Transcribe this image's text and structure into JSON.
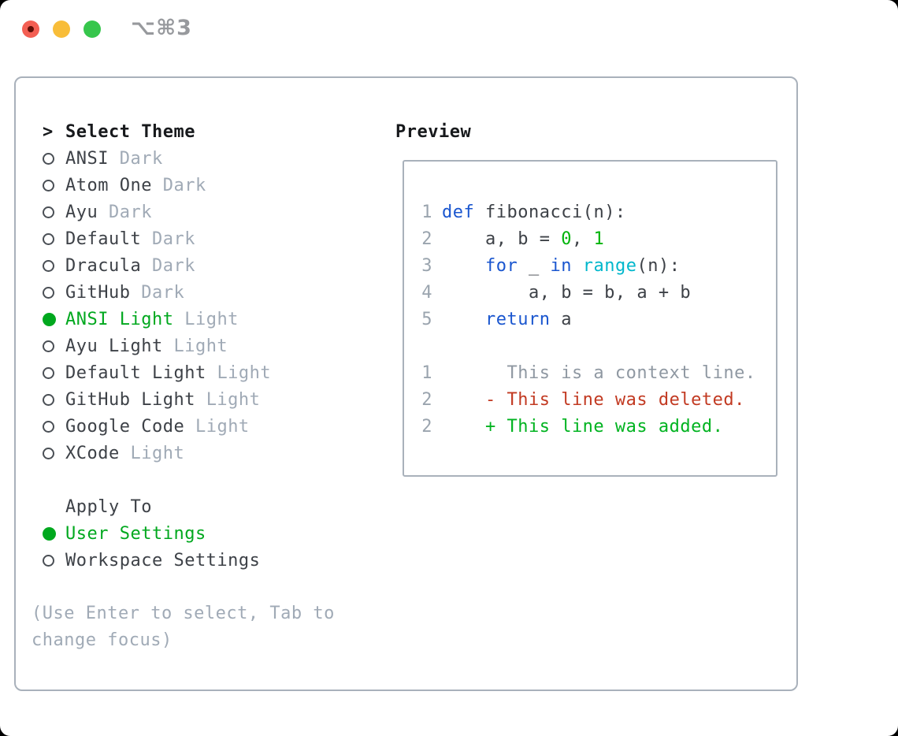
{
  "titlebar": {
    "shortcut": "⌥⌘3"
  },
  "colors": {
    "accent_green": "#00a81e",
    "diff_added_green": "#00b320",
    "diff_deleted_red": "#c23a22",
    "keyword_blue": "#1a56cf",
    "builtin_cyan": "#00b7cc",
    "number_green": "#00b40b",
    "muted_gray": "#a0aab6",
    "gutter_gray": "#9aa4ae",
    "context_gray": "#8f98a2",
    "text_dark": "#3d4147",
    "border_gray": "#a9b1bb",
    "traffic_red": "#f35f53",
    "traffic_yellow": "#f8bd39",
    "traffic_green": "#36c64c"
  },
  "theme_panel": {
    "header_prefix": ">",
    "header": "Select Theme",
    "themes": [
      {
        "name": "ANSI",
        "tag": "Dark",
        "selected": false
      },
      {
        "name": "Atom One",
        "tag": "Dark",
        "selected": false
      },
      {
        "name": "Ayu",
        "tag": "Dark",
        "selected": false
      },
      {
        "name": "Default",
        "tag": "Dark",
        "selected": false
      },
      {
        "name": "Dracula",
        "tag": "Dark",
        "selected": false
      },
      {
        "name": "GitHub",
        "tag": "Dark",
        "selected": false
      },
      {
        "name": "ANSI Light",
        "tag": "Light",
        "selected": true
      },
      {
        "name": "Ayu Light",
        "tag": "Light",
        "selected": false
      },
      {
        "name": "Default Light",
        "tag": "Light",
        "selected": false
      },
      {
        "name": "GitHub Light",
        "tag": "Light",
        "selected": false
      },
      {
        "name": "Google Code",
        "tag": "Light",
        "selected": false
      },
      {
        "name": "XCode",
        "tag": "Light",
        "selected": false
      }
    ],
    "apply_to": {
      "header": "Apply To",
      "options": [
        {
          "label": "User Settings",
          "selected": true
        },
        {
          "label": "Workspace Settings",
          "selected": false
        }
      ]
    },
    "help_line1": "(Use Enter to select, Tab to",
    "help_line2": "change focus)"
  },
  "preview": {
    "header": "Preview",
    "code_lines": [
      {
        "num": "1",
        "tokens": [
          [
            "kw",
            "def"
          ],
          [
            "pl",
            " fibonacci(n):"
          ]
        ]
      },
      {
        "num": "2",
        "tokens": [
          [
            "pl",
            "    a, b = "
          ],
          [
            "num",
            "0"
          ],
          [
            "pl",
            ", "
          ],
          [
            "num",
            "1"
          ]
        ]
      },
      {
        "num": "3",
        "tokens": [
          [
            "pl",
            "    "
          ],
          [
            "kw",
            "for"
          ],
          [
            "pl",
            " _ "
          ],
          [
            "kw",
            "in"
          ],
          [
            "pl",
            " "
          ],
          [
            "bi",
            "range"
          ],
          [
            "pl",
            "(n):"
          ]
        ]
      },
      {
        "num": "4",
        "tokens": [
          [
            "pl",
            "        a, b = b, a + b"
          ]
        ]
      },
      {
        "num": "5",
        "tokens": [
          [
            "pl",
            "    "
          ],
          [
            "kw",
            "return"
          ],
          [
            "pl",
            " a"
          ]
        ]
      }
    ],
    "diff_lines": [
      {
        "num": "1",
        "type": "context",
        "text": "      This is a context line."
      },
      {
        "num": "2",
        "type": "deleted",
        "text": "    - This line was deleted."
      },
      {
        "num": "2",
        "type": "added",
        "text": "    + This line was added."
      }
    ]
  }
}
